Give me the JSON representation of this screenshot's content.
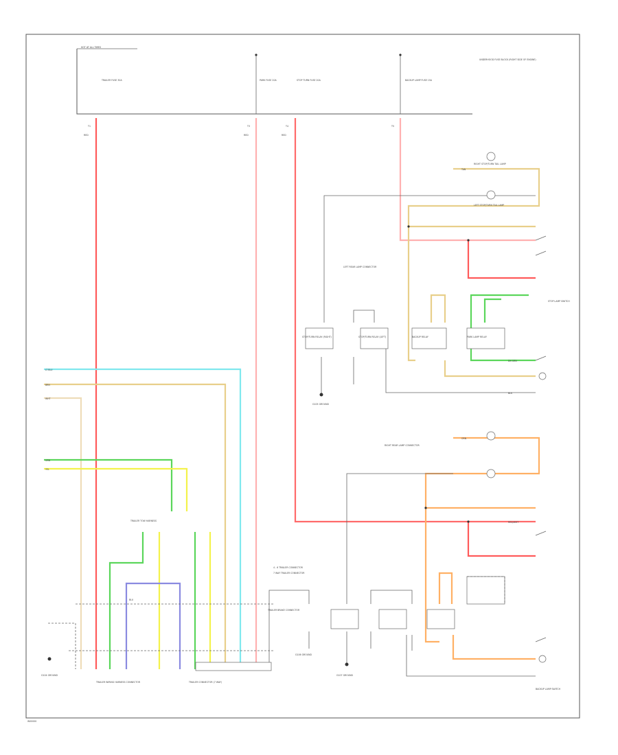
{
  "fuse_block": {
    "title": "HOT AT ALL TIMES",
    "fuses": [
      {
        "id": "f1",
        "name": "TRAILER FUSE 30A",
        "circuit": "T1"
      },
      {
        "id": "f2",
        "name": "PARK FUSE 20A",
        "circuit": "T3"
      },
      {
        "id": "f3",
        "name": "STOP TURN FUSE 20A",
        "circuit": "T4"
      },
      {
        "id": "f4",
        "name": "BACKUP LAMP FUSE 15A",
        "circuit": "T5"
      }
    ],
    "note": "UNDERHOOD FUSE BLOCK (RIGHT SIDE OF ENGINE)"
  },
  "wire_labels": [
    {
      "id": "w1",
      "text": "RED"
    },
    {
      "id": "w2",
      "text": "RED"
    },
    {
      "id": "w3",
      "text": "RED"
    },
    {
      "id": "w4",
      "text": "BRN"
    },
    {
      "id": "w5",
      "text": "YEL"
    },
    {
      "id": "w6",
      "text": "GRN"
    },
    {
      "id": "w7",
      "text": "BLU"
    },
    {
      "id": "w8",
      "text": "WHT"
    },
    {
      "id": "w9",
      "text": "LT BLU"
    },
    {
      "id": "w10",
      "text": "ORN"
    },
    {
      "id": "w11",
      "text": "BLK"
    },
    {
      "id": "w12",
      "text": "TAN"
    },
    {
      "id": "w13",
      "text": "DK GRN"
    },
    {
      "id": "w14",
      "text": "RED/WHT"
    }
  ],
  "components": [
    {
      "id": "c1",
      "text": "RIGHT STOP/TURN TAIL LAMP"
    },
    {
      "id": "c2",
      "text": "LEFT STOP/TURN TAIL LAMP"
    },
    {
      "id": "c3",
      "text": "TRAILER WIRING HARNESS CONNECTOR"
    },
    {
      "id": "c4",
      "text": "TRAILER CONNECTOR (7 WAY)"
    },
    {
      "id": "c5",
      "text": "TRAILER BRAKE CONNECTOR"
    },
    {
      "id": "c6",
      "text": "STOP/TURN RELAY (RIGHT)"
    },
    {
      "id": "c7",
      "text": "STOP/TURN RELAY (LEFT)"
    },
    {
      "id": "c8",
      "text": "BACKUP RELAY"
    },
    {
      "id": "c9",
      "text": "PARK LAMP RELAY"
    },
    {
      "id": "c10",
      "text": "G104 GROUND"
    },
    {
      "id": "c11",
      "text": "G105 GROUND"
    },
    {
      "id": "c12",
      "text": "G106 GROUND"
    },
    {
      "id": "c13",
      "text": "G107 GROUND"
    },
    {
      "id": "c14",
      "text": "STOP LAMP SWITCH"
    },
    {
      "id": "c15",
      "text": "BACKUP LAMP SWITCH"
    },
    {
      "id": "c16",
      "text": "TRAILER TOW HARNESS"
    },
    {
      "id": "c17",
      "text": "RIGHT REAR LAMP CONNECTOR"
    },
    {
      "id": "c18",
      "text": "LEFT REAR LAMP CONNECTOR"
    }
  ],
  "legend": [
    {
      "id": "l1",
      "text": "4 - 6 TRAILER CONNECTOR"
    },
    {
      "id": "l2",
      "text": "7 WAY TRAILER CONNECTOR"
    }
  ],
  "footer_code": "W00000",
  "colors": {
    "red": "#ff5a5a",
    "pink": "#ffb0b0",
    "yellow": "#f4f24a",
    "green": "#5ad65a",
    "blue": "#8a8ae0",
    "cyan": "#7fe8ee",
    "tan": "#e8cf8a",
    "beige": "#eedcb8",
    "orange": "#ffb064",
    "black": "#333333"
  }
}
